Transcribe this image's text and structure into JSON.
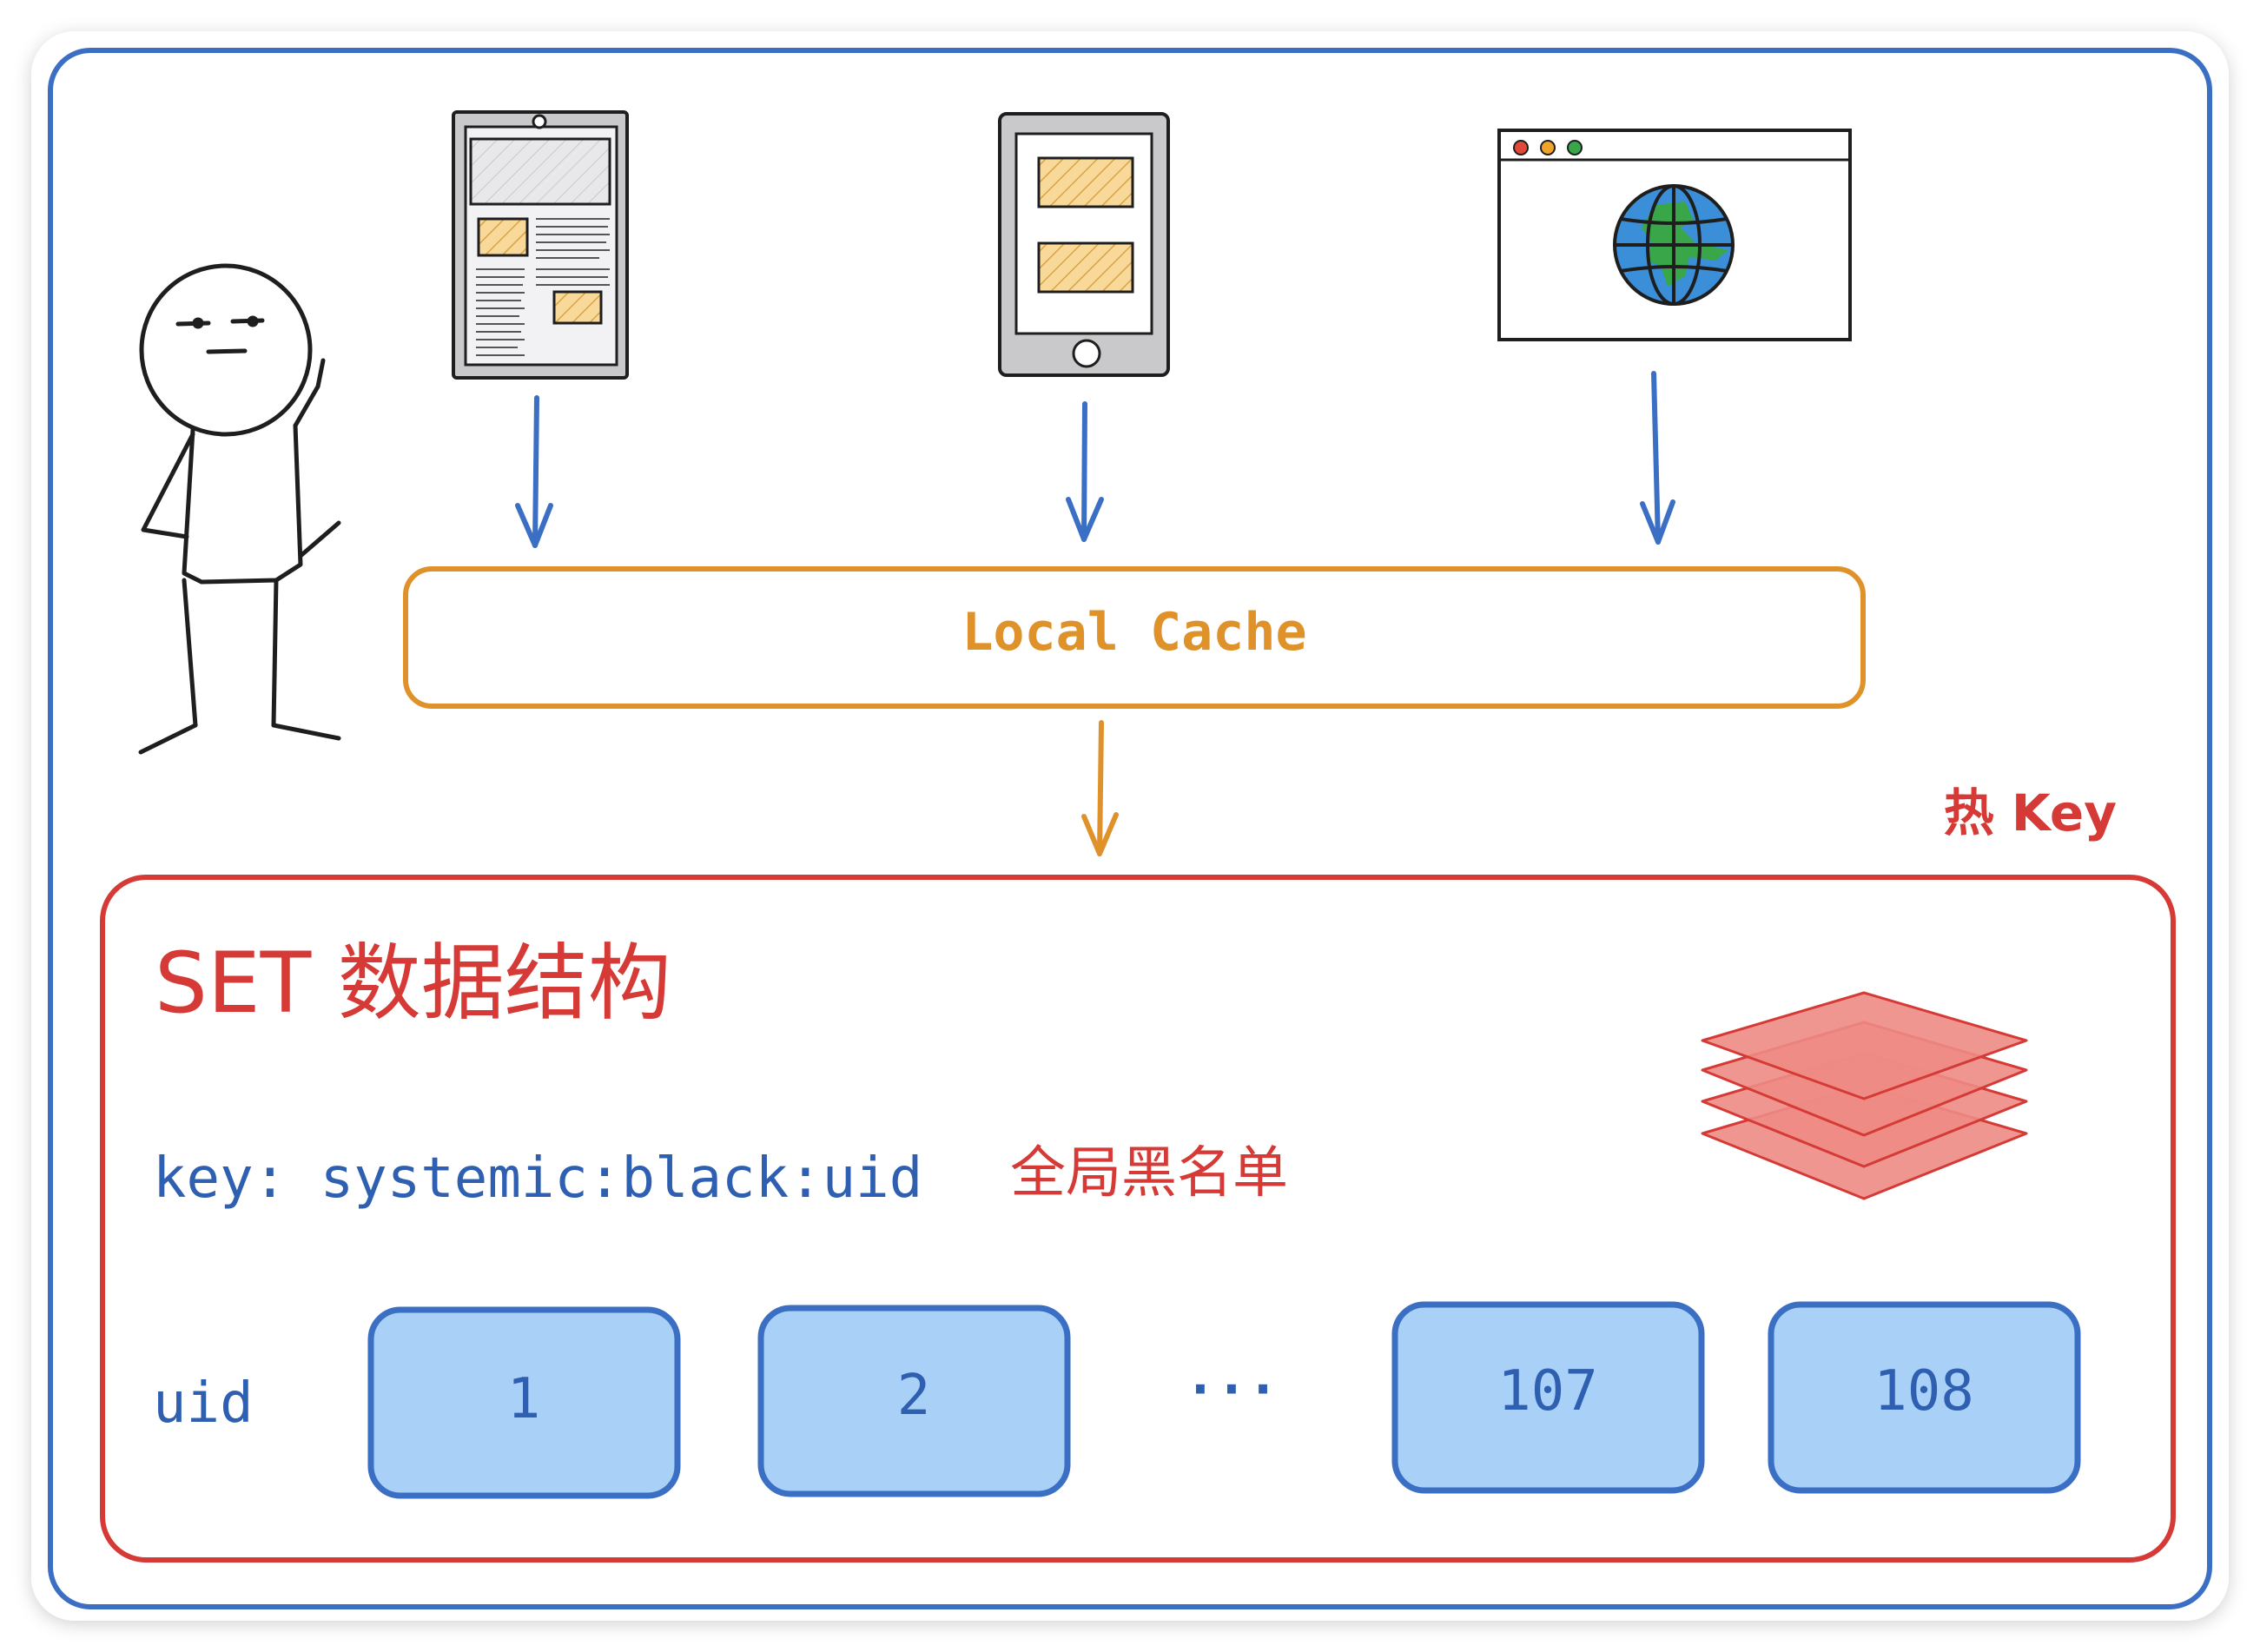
{
  "cache": {
    "label": "Local Cache"
  },
  "hot_key": {
    "label": "热 Key"
  },
  "set_box": {
    "title": "SET 数据结构",
    "key_label": "key: systemic:black:uid",
    "key_note": "全局黑名单",
    "uid_label": "uid",
    "values": [
      "1",
      "2",
      "···",
      "107",
      "108"
    ]
  },
  "colors": {
    "outer_border": "#3a6fc4",
    "arrow_blue": "#3a6fc4",
    "cache": "#e0922a",
    "red": "#d63a36",
    "uid_fill": "#a9d0f7",
    "uid_stroke": "#3a6fc4",
    "stack_fill": "#ee8b85",
    "highlight": "#f9d99a",
    "globe_ocean": "#3b8ed8",
    "globe_land": "#3aa64a"
  },
  "icons": {
    "person": "stick-figure-icon",
    "tablet": "tablet-icon",
    "phone": "phone-icon",
    "browser": "browser-icon",
    "globe": "globe-icon",
    "layers": "layers-icon"
  }
}
